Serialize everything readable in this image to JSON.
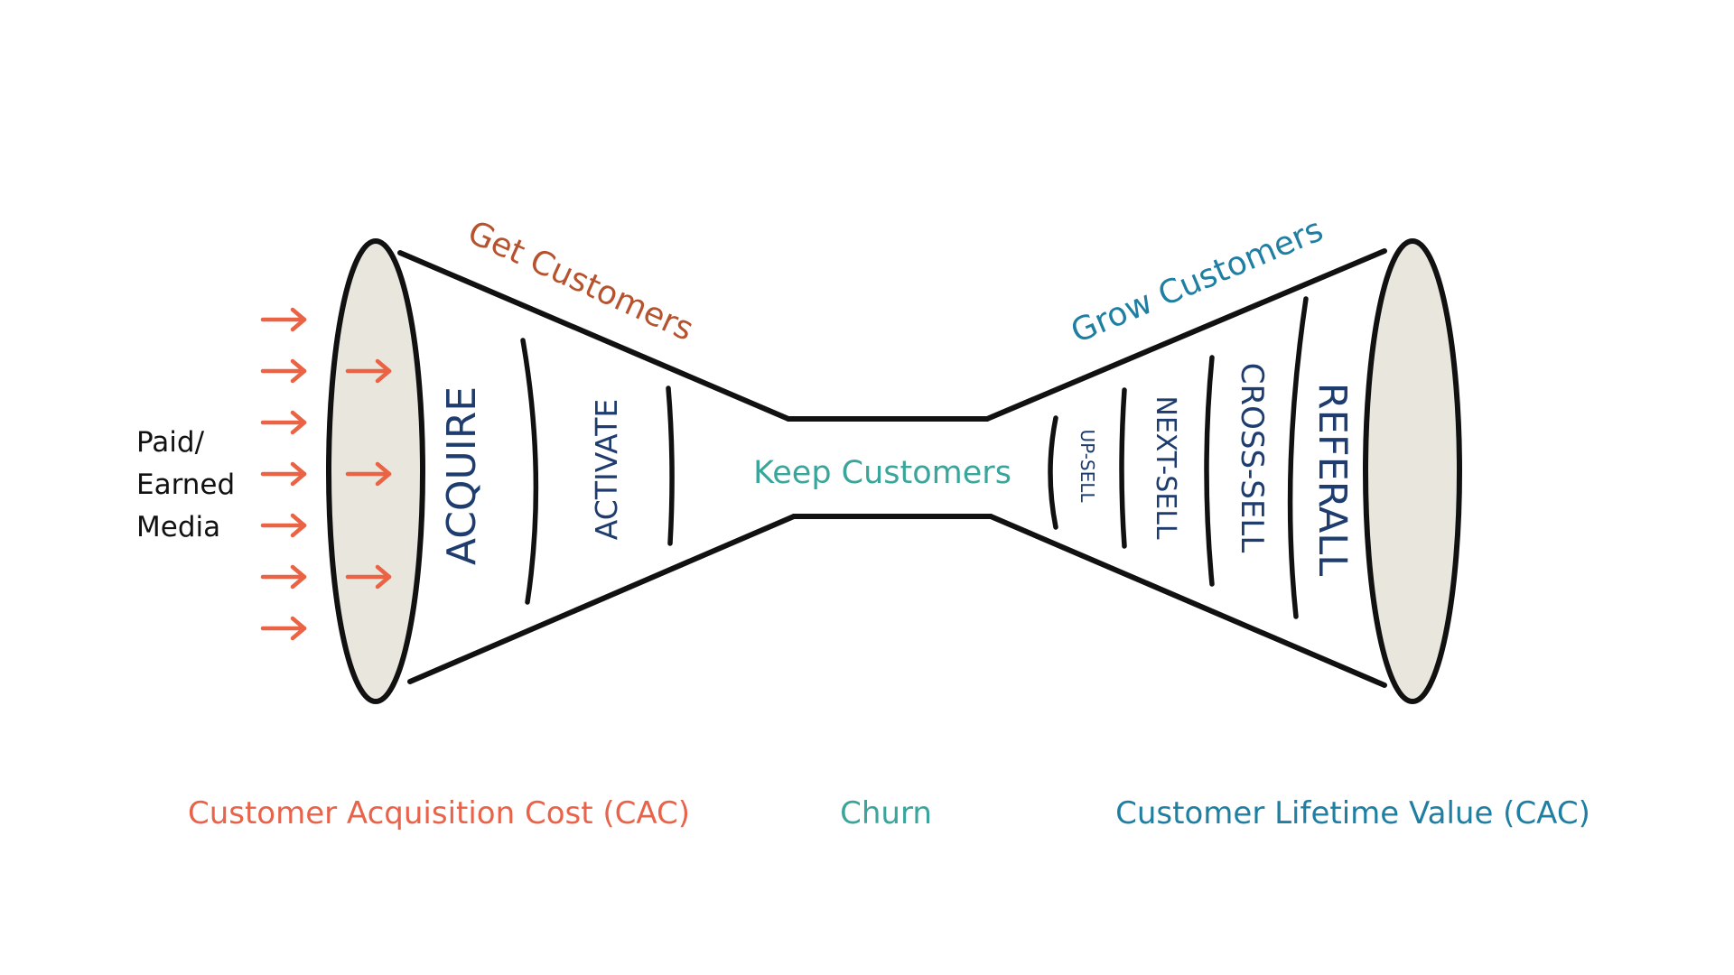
{
  "diagram": {
    "title": "Customer bow-tie funnel",
    "input_label": [
      "Paid/",
      "Earned",
      "Media"
    ],
    "sections": {
      "get": "Get Customers",
      "keep": "Keep Customers",
      "grow": "Grow Customers"
    },
    "left_stages": [
      "ACQUIRE",
      "ACTIVATE"
    ],
    "right_stages": [
      "UP-SELL",
      "NEXT-SELL",
      "CROSS-SELL",
      "REFERALL"
    ],
    "metrics": {
      "cac": "Customer Acquisition Cost (CAC)",
      "churn": "Churn",
      "clv": "Customer Lifetime Value (CAC)"
    },
    "outer_arrow_count": 7,
    "inner_arrow_count": 3,
    "icons": {
      "arrow": "arrow-right-icon"
    },
    "colors": {
      "get": "#b6532e",
      "keep": "#3aa59a",
      "grow": "#1f7fa2",
      "stage_text": "#1e3d6e",
      "cac": "#e8634a",
      "churn": "#3aa59a",
      "clv": "#1f7fa2",
      "arrow": "#ea6344",
      "rim_fill": "#e9e6dd"
    }
  }
}
